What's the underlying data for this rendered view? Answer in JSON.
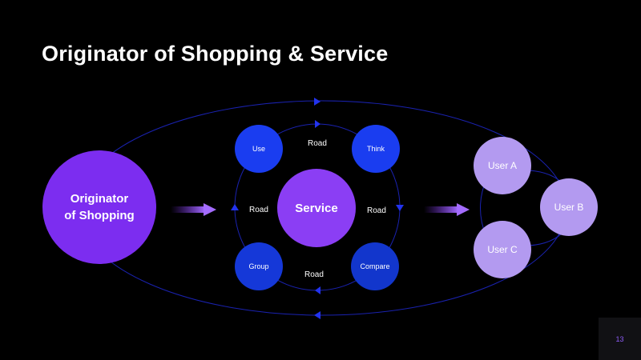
{
  "title": "Originator of Shopping & Service",
  "nodes": {
    "origin": {
      "line1": "Originator",
      "line2": "of Shopping"
    },
    "service": "Service",
    "use": "Use",
    "think": "Think",
    "group": "Group",
    "compare": "Compare",
    "user_a": "User A",
    "user_b": "User B",
    "user_c": "User C"
  },
  "roads": {
    "top": "Road",
    "left": "Road",
    "right": "Road",
    "bottom": "Road"
  },
  "page_number": "13",
  "colors": {
    "background": "#000000",
    "origin": "#7c2df0",
    "service": "#8b3ef4",
    "step_nodes": "#1a3df0",
    "users": "#b39af0",
    "orbit_line": "#1a22b0",
    "arrow_head": "#2233ee",
    "page_number": "#8e5cf7"
  }
}
